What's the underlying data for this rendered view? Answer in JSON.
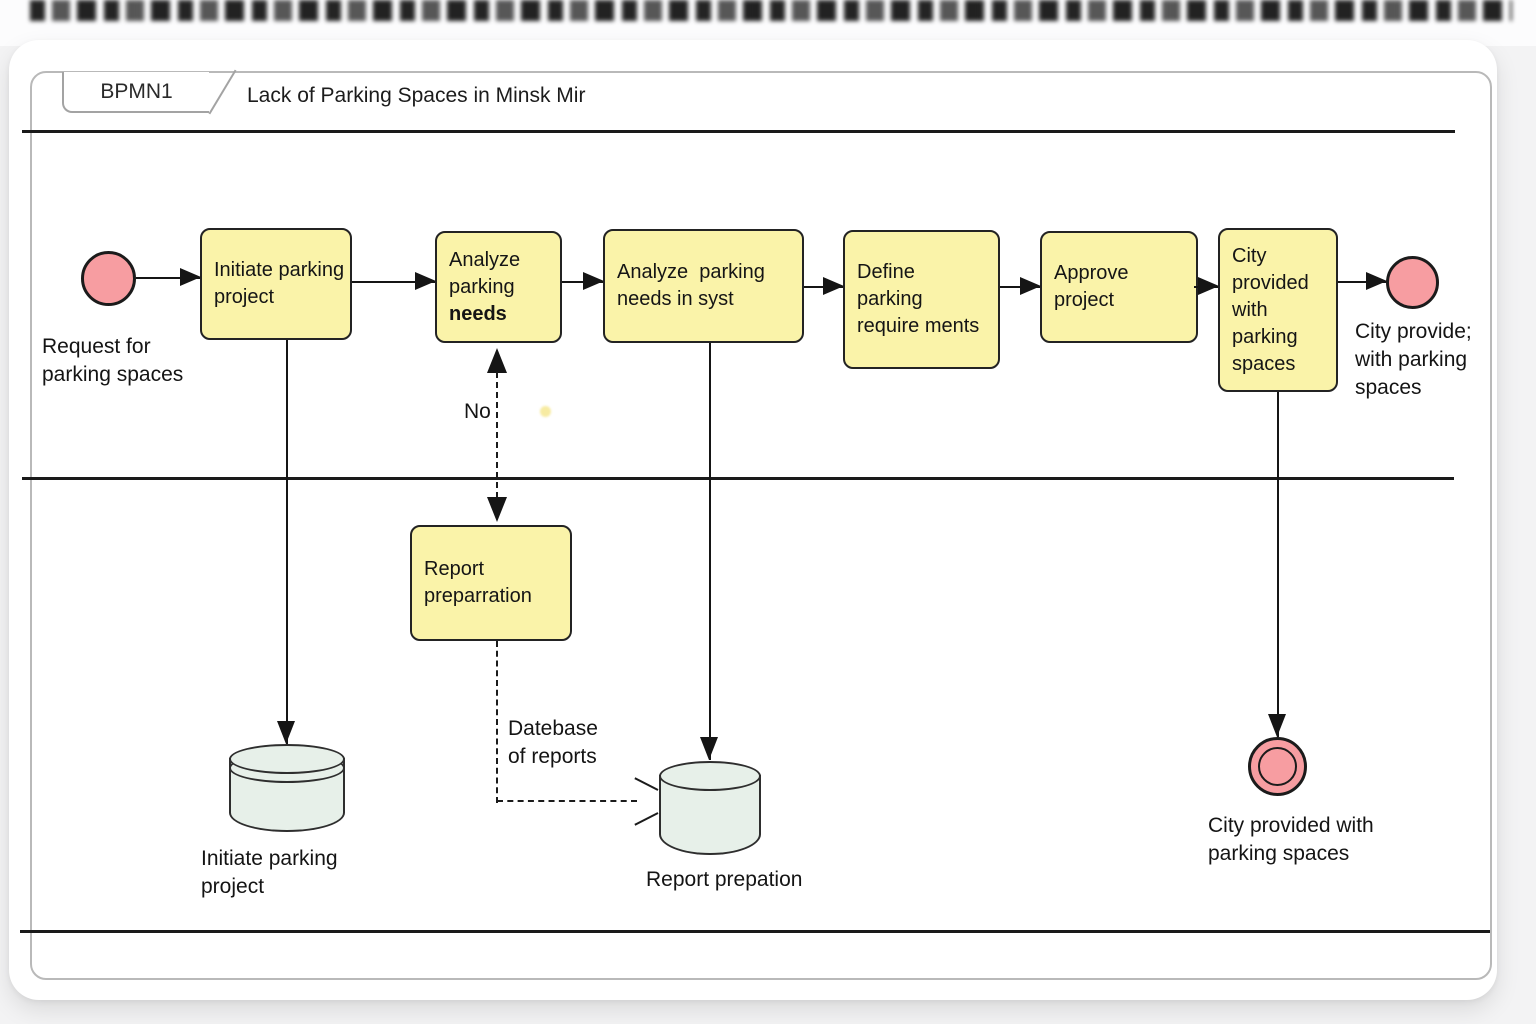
{
  "page": {
    "tab_label": "BPMN1",
    "title": "Lack of Parking Spaces in Minsk Mir"
  },
  "colors": {
    "task_fill": "#faf3a9",
    "event_fill": "#f79da1",
    "datastore_fill": "#e7f0e9",
    "shape_border": "#1b1b1b",
    "frame_border": "#b9b9b9",
    "background": "#f3f3f4"
  },
  "diagram": {
    "start_event": {
      "label": "Request for\nparking spaces"
    },
    "tasks": [
      {
        "id": "initiate-parking-project",
        "label": "Initiate parking\nproject"
      },
      {
        "id": "analyze-parking-needs",
        "label": "Analyze\nparking\n",
        "label_bold": "needs"
      },
      {
        "id": "analyze-parking-needs-in-syst",
        "label": "Analyze  parking\nneeds in syst"
      },
      {
        "id": "define-parking-requirements",
        "label": "Define\nparking\nrequire ments"
      },
      {
        "id": "approve-project",
        "label": "Approve project"
      },
      {
        "id": "city-provided-with-parking-spaces",
        "label": "City\nprovided\nwith parking\nspaces"
      }
    ],
    "end_event_top": {
      "label": "City provide;\nwith parking\nspaces"
    },
    "report_task": {
      "label": "Report\npreparration"
    },
    "no_flow_label": "No",
    "message_flow_label": "Datebase\nof reports",
    "datastores": [
      {
        "id": "initiate-parking-project-store",
        "label": "Initiate parking\nproject"
      },
      {
        "id": "report-store",
        "label": "Report prepation"
      }
    ],
    "end_event_bottom": {
      "label": "City provided with\nparking spaces"
    }
  }
}
